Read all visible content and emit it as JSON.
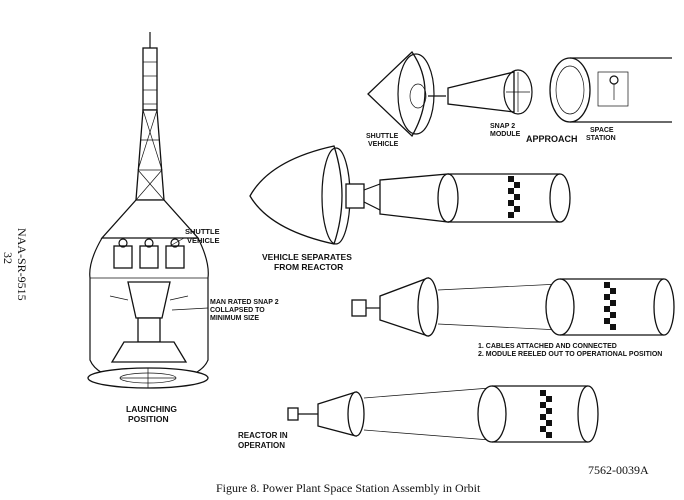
{
  "document": {
    "side_label_line1": "NAA-SR-9515",
    "side_label_line2": "32",
    "figure_number": "7562-0039A",
    "caption": "Figure 8.  Power Plant Space Station Assembly in Orbit"
  },
  "labels": {
    "shuttle_vehicle_top_1": "SHUTTLE",
    "shuttle_vehicle_top_2": "VEHICLE",
    "snap2_module_1": "SNAP 2",
    "snap2_module_2": "MODULE",
    "approach": "APPROACH",
    "space_station_1": "SPACE",
    "space_station_2": "STATION",
    "vehicle_separates_1": "VEHICLE SEPARATES",
    "vehicle_separates_2": "FROM REACTOR",
    "shuttle_vehicle_left_1": "SHUTTLE",
    "shuttle_vehicle_left_2": "VEHICLE",
    "man_rated_1": "MAN RATED SNAP 2",
    "man_rated_2": "COLLAPSED TO",
    "man_rated_3": "MINIMUM SIZE",
    "cables_note_1": "1. CABLES ATTACHED AND CONNECTED",
    "cables_note_2": "2. MODULE REELED OUT TO OPERATIONAL POSITION",
    "launching_1": "LAUNCHING",
    "launching_2": "POSITION",
    "reactor_operation_1": "REACTOR IN",
    "reactor_operation_2": "OPERATION"
  }
}
